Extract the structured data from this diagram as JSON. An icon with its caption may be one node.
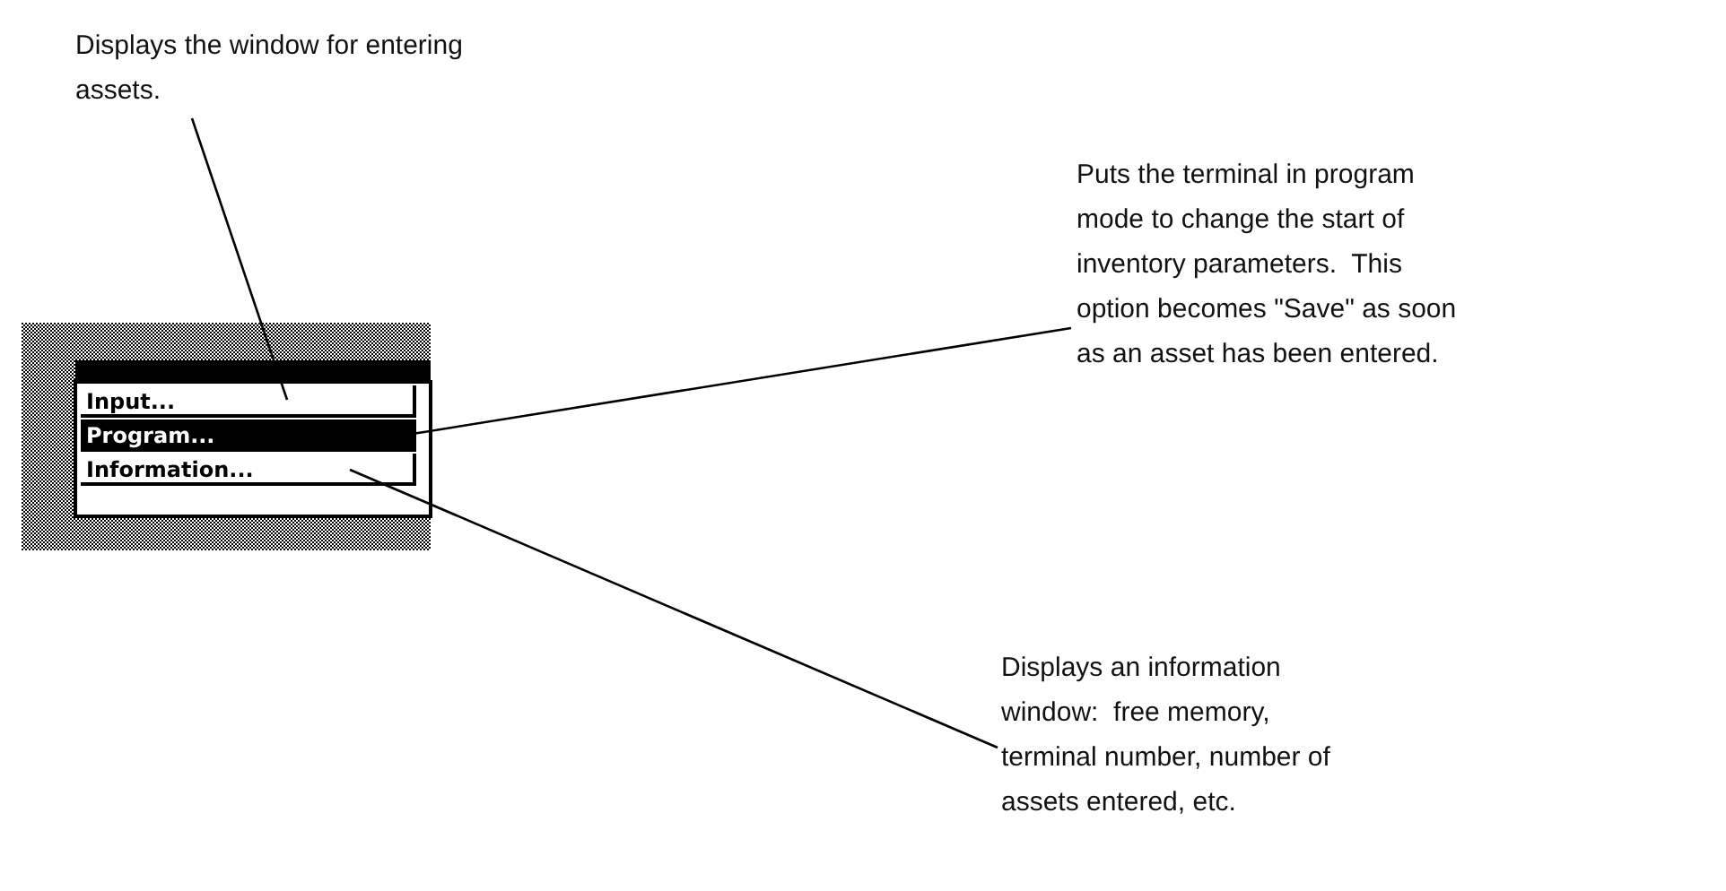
{
  "diagram": {
    "nodes": [
      {
        "text": [
          "Displays the window for entering assets."
        ]
      },
      {
        "text": [
          "Input..."
        ]
      },
      {
        "text": [
          "Puts the terminal in program mode to change the start of inventory parameters.  This option becomes \"Save\" as soon as an asset has been entered."
        ]
      },
      {
        "text": [
          "Program..."
        ]
      },
      {
        "text": [
          "Displays an information window:  free memory, terminal number, number of assets entered, etc."
        ]
      },
      {
        "text": [
          "Information..."
        ]
      }
    ],
    "edges": [
      {
        "from": 0,
        "to": 1,
        "arrow": "none"
      },
      {
        "from": 2,
        "to": 3,
        "arrow": "none"
      },
      {
        "from": 4,
        "to": 5,
        "arrow": "none"
      }
    ]
  }
}
